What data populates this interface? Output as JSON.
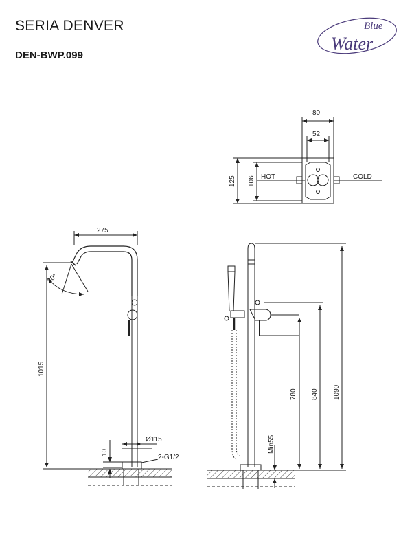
{
  "header": {
    "series": "SERIA DENVER",
    "model": "DEN-BWP.099"
  },
  "logo": {
    "line1": "Blue",
    "line2": "Water",
    "color": "#4a3a7a"
  },
  "top_view": {
    "width_outer": "80",
    "width_inner": "52",
    "height_outer": "125",
    "height_inner": "106",
    "hot_label": "HOT",
    "cold_label": "COLD"
  },
  "front_view": {
    "reach": "275",
    "angle": "20°",
    "height": "1015",
    "base_height": "10",
    "base_diameter": "Ø115",
    "connection": "2-G1/2"
  },
  "side_view": {
    "min_label": "Min55",
    "h_handle": "780",
    "h_holder": "840",
    "h_total": "1090"
  },
  "colors": {
    "line": "#222222",
    "accent": "#4a3a7a"
  }
}
